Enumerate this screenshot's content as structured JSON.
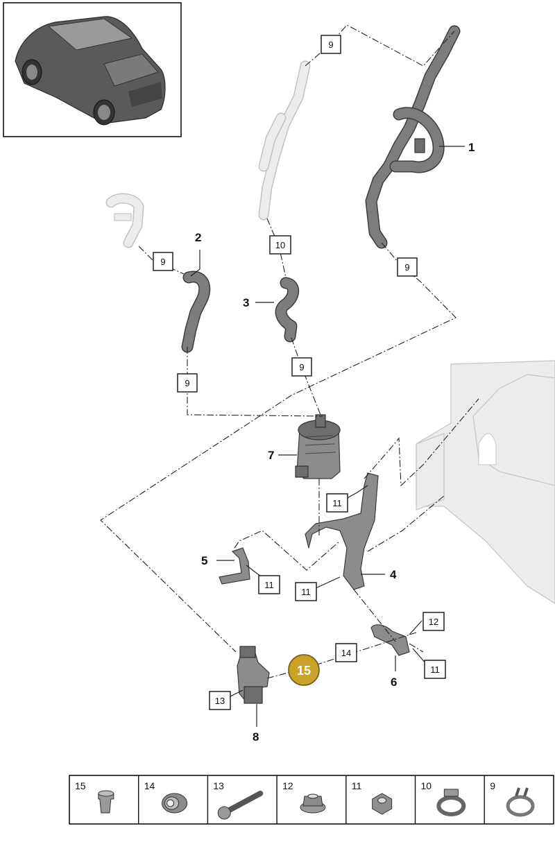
{
  "callouts": {
    "p1": "1",
    "p2": "2",
    "p3": "3",
    "p4": "4",
    "p5": "5",
    "p6": "6",
    "p7": "7",
    "p8": "8",
    "b9a": "9",
    "b9b": "9",
    "b9c": "9",
    "b9d": "9",
    "b9e": "9",
    "b10": "10",
    "b11a": "11",
    "b11b": "11",
    "b11c": "11",
    "b11d": "11",
    "b12": "12",
    "b13": "13",
    "b14": "14"
  },
  "highlight": {
    "label": "15",
    "color": "#c9a227"
  },
  "legend": [
    {
      "number": "15",
      "icon": "bolt-sleeve-icon"
    },
    {
      "number": "14",
      "icon": "grommet-icon"
    },
    {
      "number": "13",
      "icon": "screw-icon"
    },
    {
      "number": "12",
      "icon": "flange-nut-icon"
    },
    {
      "number": "11",
      "icon": "hex-nut-icon"
    },
    {
      "number": "10",
      "icon": "hose-clamp-icon"
    },
    {
      "number": "9",
      "icon": "spring-clamp-icon"
    }
  ],
  "colors": {
    "part": "#8c8c8c",
    "ghost": "#ececec",
    "line": "#222222"
  }
}
